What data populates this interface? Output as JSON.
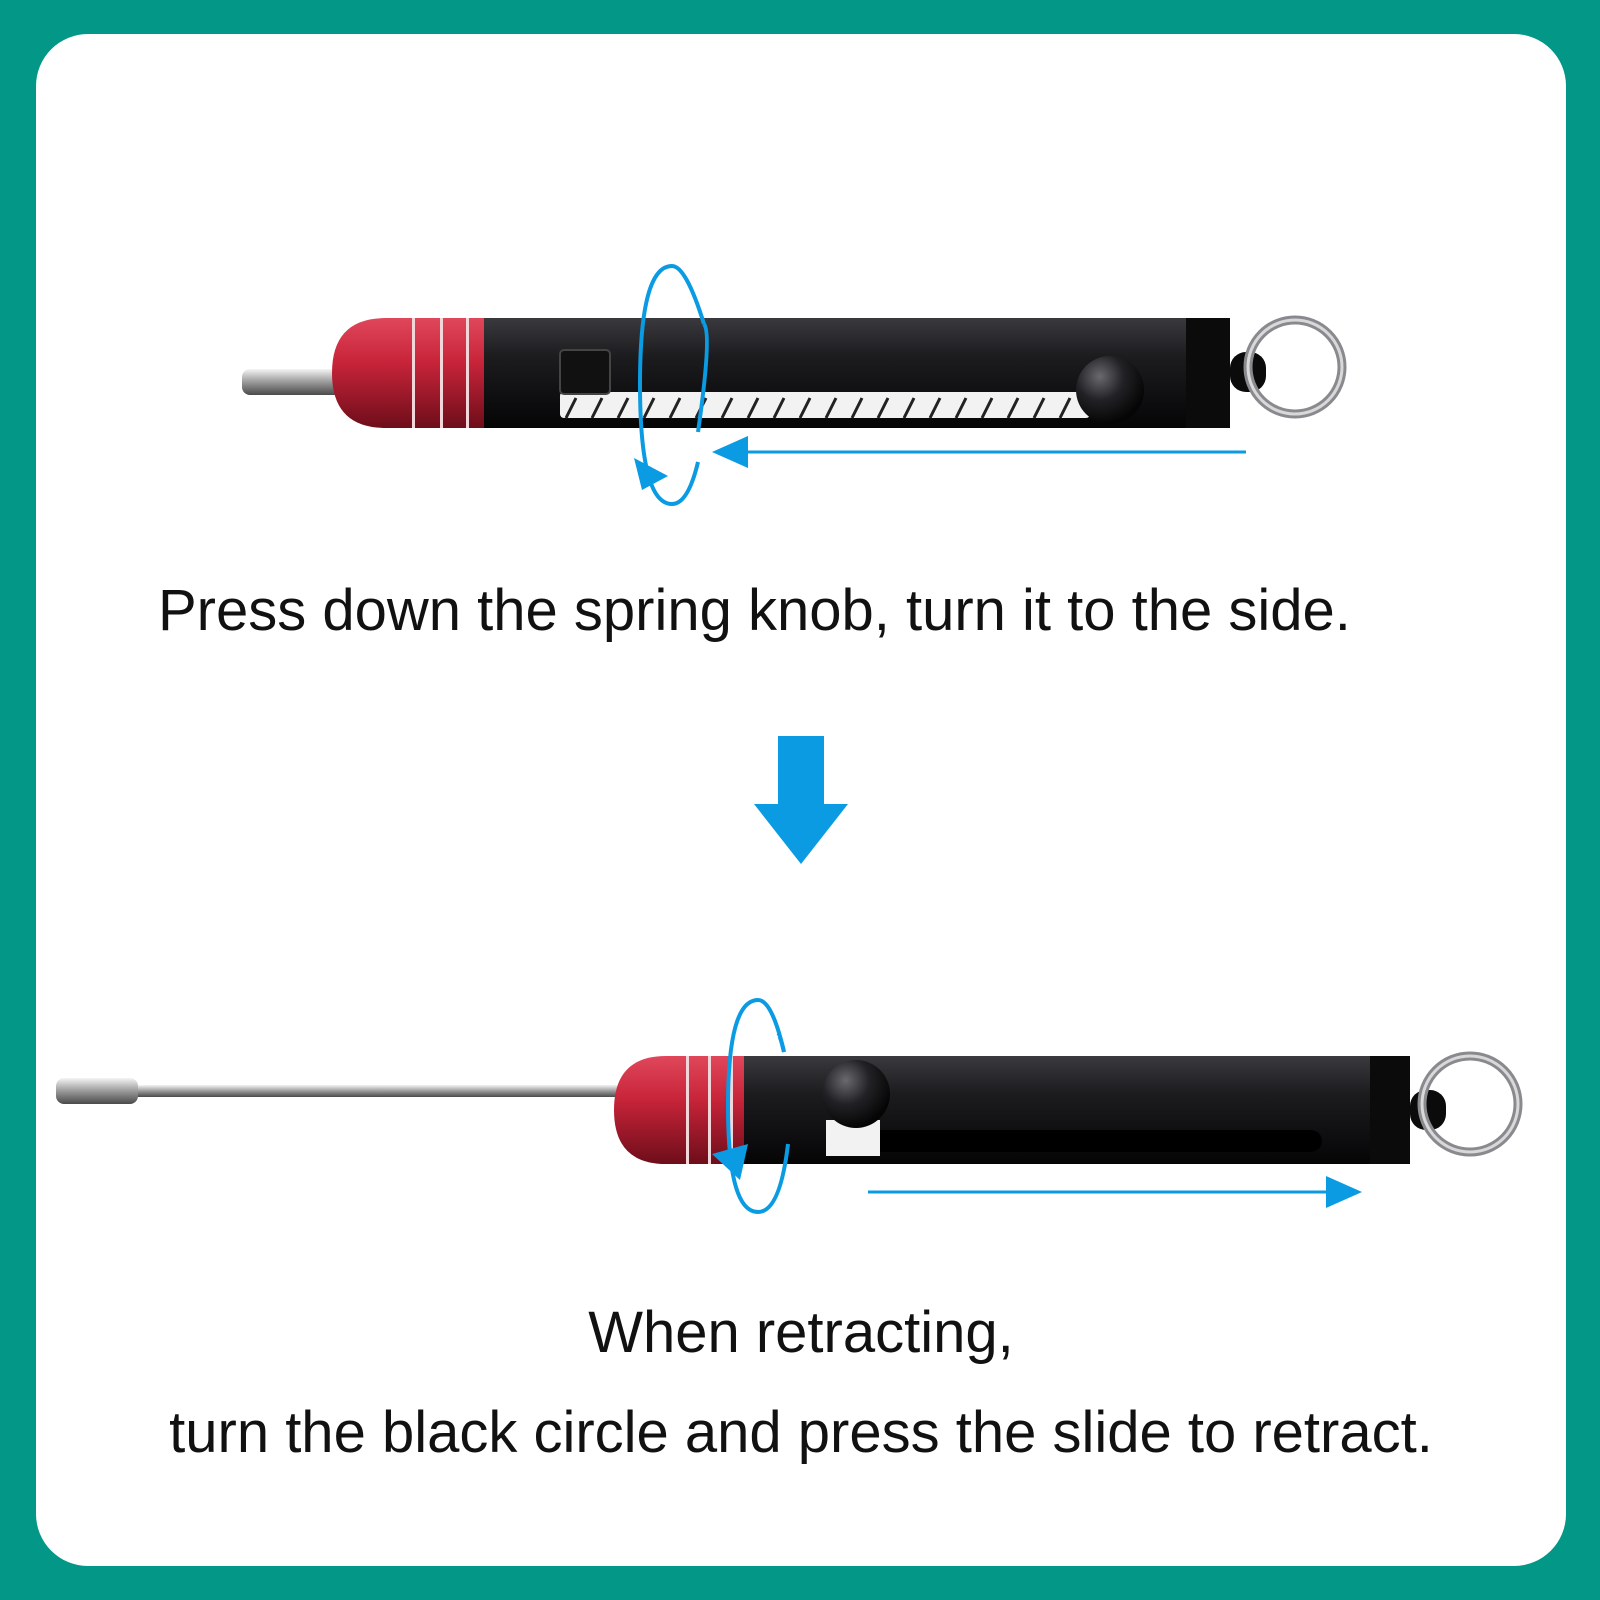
{
  "step1": {
    "caption": "Press down the spring knob, turn it to the side."
  },
  "step2": {
    "caption_line1": "When retracting,",
    "caption_line2": "turn the black circle and press the slide to retract."
  },
  "colors": {
    "background": "#029786",
    "card": "#ffffff",
    "arrow": "#0a9be3",
    "tool_body": "#1a1a1c",
    "tool_cap": "#c8243a"
  },
  "icons": [
    "rotate-arrow-icon",
    "slide-left-arrow-icon",
    "down-arrow-icon",
    "slide-right-arrow-icon",
    "key-ring-icon"
  ]
}
